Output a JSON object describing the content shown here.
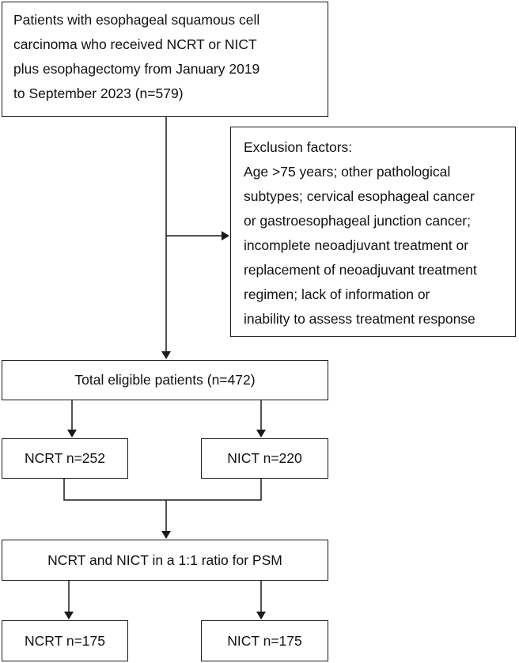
{
  "start": {
    "lines": [
      "Patients with esophageal squamous cell",
      "carcinoma who received NCRT or NICT",
      "plus esophagectomy from January 2019",
      "to September 2023 (n=579)"
    ]
  },
  "exclusion": {
    "lines": [
      "Exclusion factors:",
      "Age >75 years; other pathological",
      "subtypes; cervical esophageal cancer",
      "or gastroesophageal junction cancer;",
      "incomplete neoadjuvant treatment or",
      "replacement of neoadjuvant treatment",
      "regimen; lack of information or",
      "inability to assess treatment response"
    ]
  },
  "eligible": {
    "label": "Total eligible patients (n=472)"
  },
  "split": {
    "ncrt": "NCRT n=252",
    "nict": "NICT n=220"
  },
  "psm": {
    "label": "NCRT and NICT in a 1:1 ratio for PSM"
  },
  "matched": {
    "ncrt": "NCRT n=175",
    "nict": "NICT n=175"
  }
}
